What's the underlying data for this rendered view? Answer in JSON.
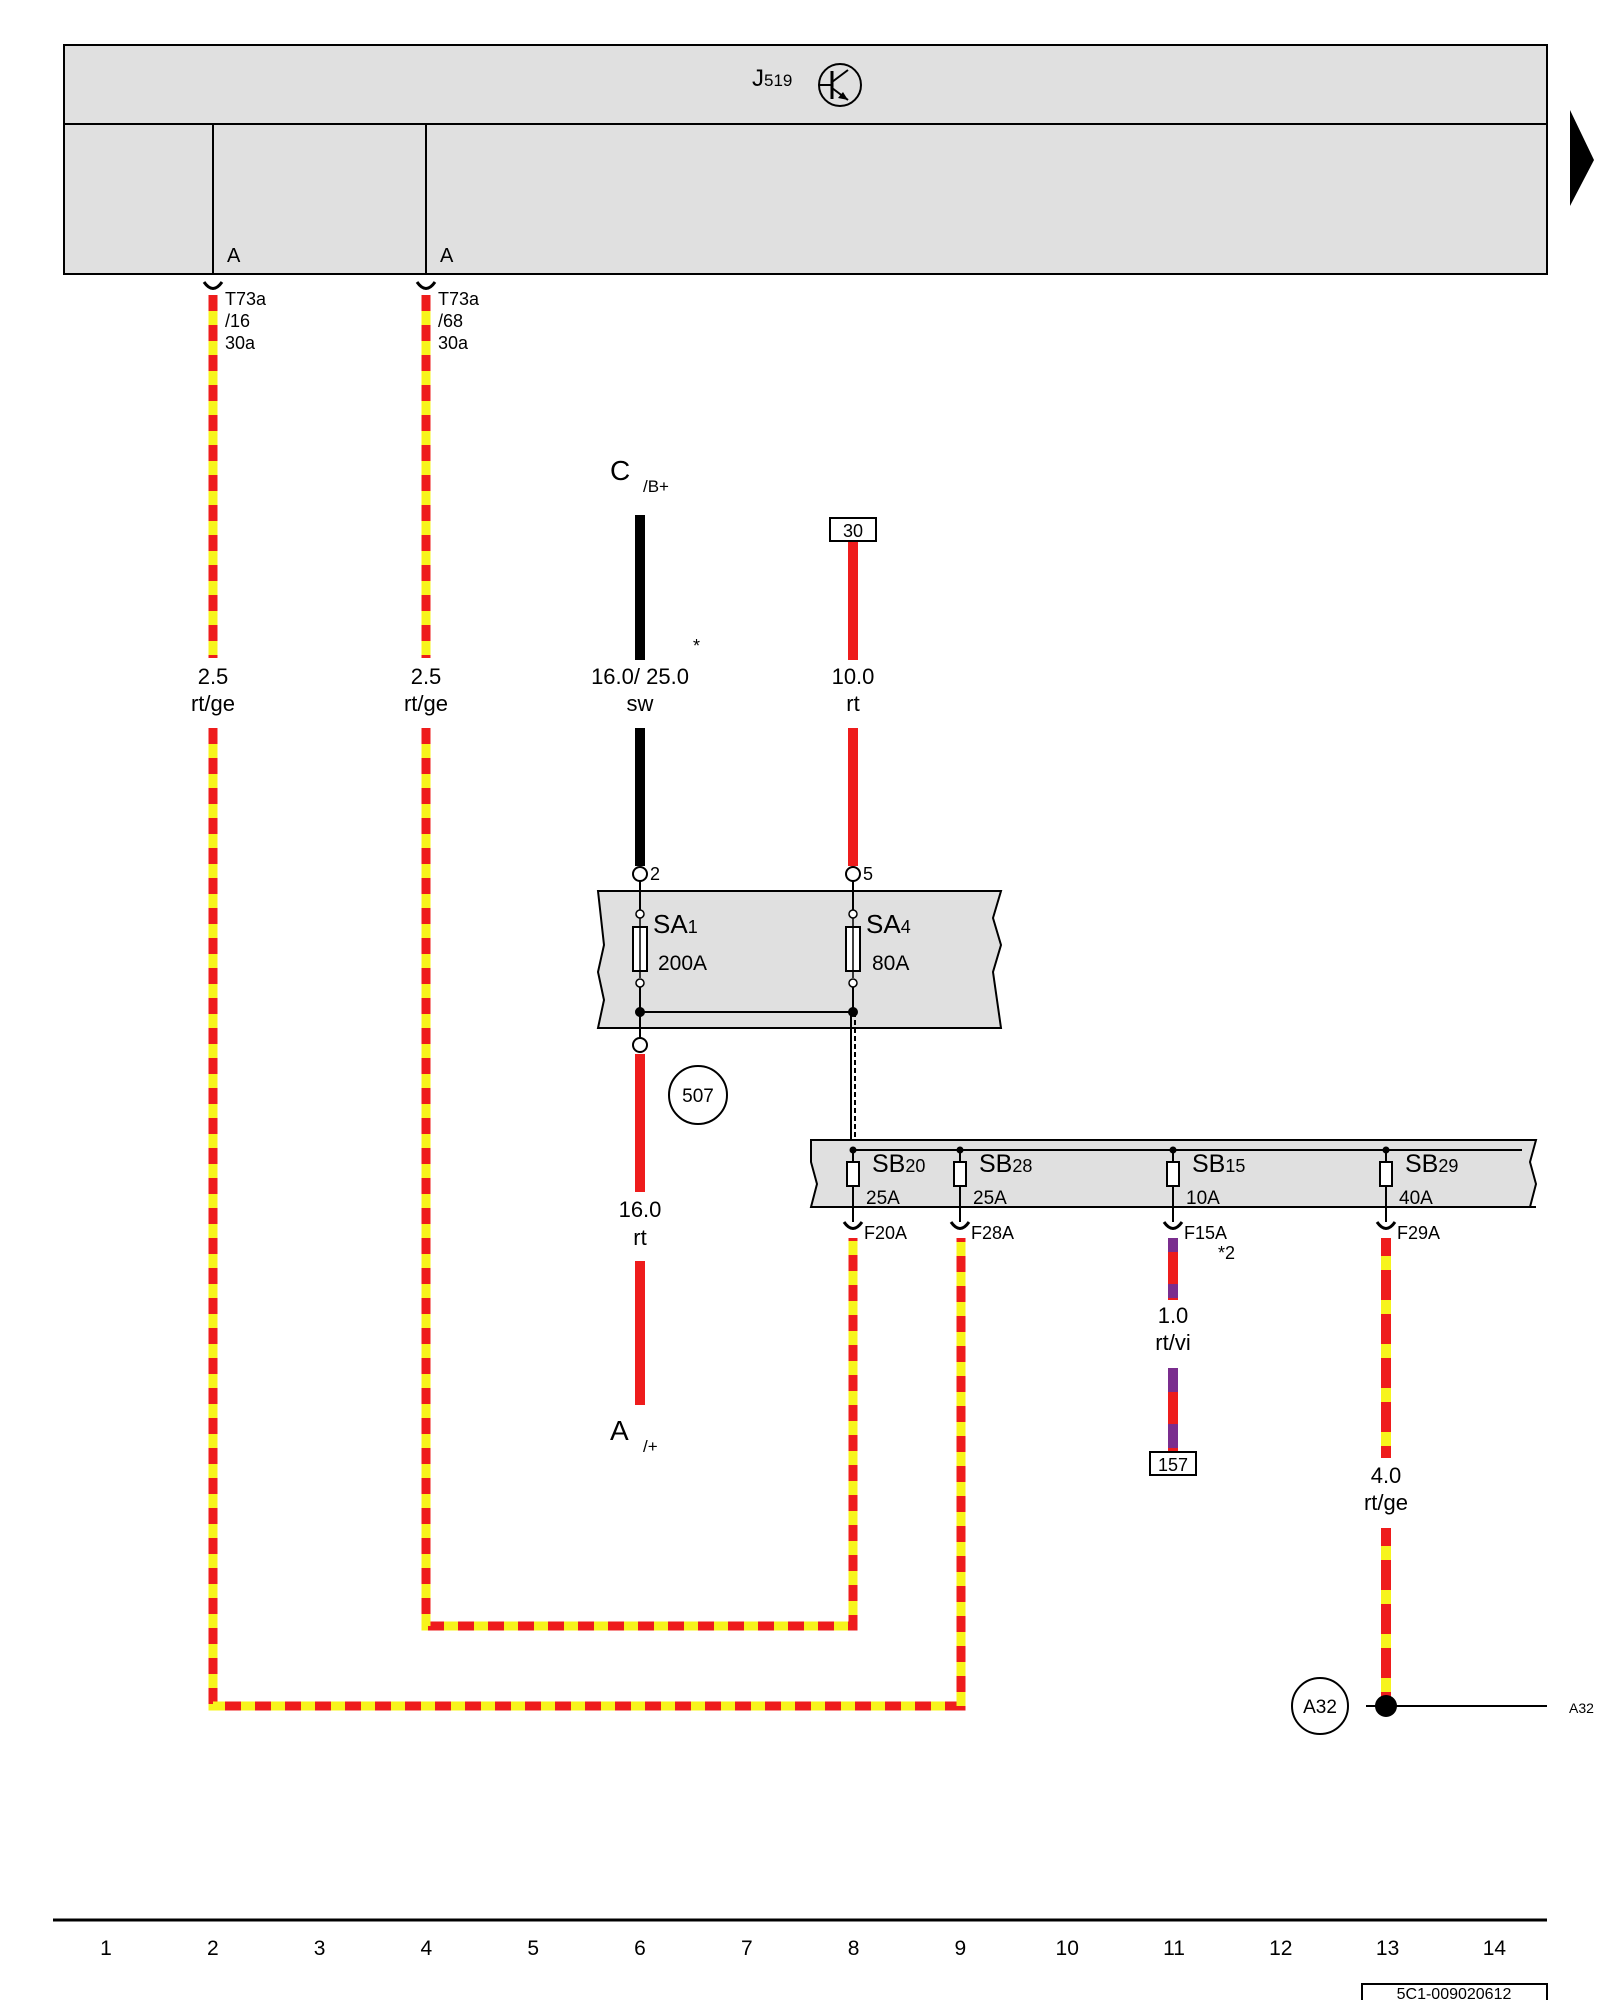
{
  "colors": {
    "rt": "#ee1c1c",
    "ge": "#f7f41c",
    "sw": "#000000",
    "vi": "#7a2d8e",
    "box_fill": "#e0e0e0",
    "line": "#000000"
  },
  "control_unit": {
    "name_main": "J",
    "name_sub": "519",
    "icon": "transistor-icon",
    "pin_A_left": "A",
    "pin_A_right": "A"
  },
  "page_continue_icon": "arrow-right-icon",
  "connectors": {
    "t16": {
      "line1": "T73a",
      "line2": "/16",
      "line3": "30a"
    },
    "t68": {
      "line1": "T73a",
      "line2": "/68",
      "line3": "30a"
    }
  },
  "wires": {
    "w1": {
      "size": "2.5",
      "color": "rt/ge"
    },
    "w2": {
      "size": "2.5",
      "color": "rt/ge"
    },
    "w3": {
      "size": "16.0/ 25.0",
      "color": "sw",
      "note": "*"
    },
    "w4": {
      "size": "10.0",
      "color": "rt"
    },
    "w5": {
      "size": "16.0",
      "color": "rt"
    },
    "w6": {
      "size": "1.0",
      "color": "rt/vi"
    },
    "w7": {
      "size": "4.0",
      "color": "rt/ge"
    }
  },
  "terminals": {
    "c_main": "C",
    "c_sub": "/B+",
    "a_main": "A",
    "a_sub": "/+",
    "term30": "30",
    "term157": "157"
  },
  "sa_fuses": {
    "pin2": "2",
    "pin5": "5",
    "sa1_main": "SA",
    "sa1_sub": "1",
    "sa1_rating": "200A",
    "sa4_main": "SA",
    "sa4_sub": "4",
    "sa4_rating": "80A"
  },
  "ref_507": "507",
  "sb_fuses": [
    {
      "main": "SB",
      "sub": "20",
      "rating": "25A",
      "pin": "F20A"
    },
    {
      "main": "SB",
      "sub": "28",
      "rating": "25A",
      "pin": "F28A"
    },
    {
      "main": "SB",
      "sub": "15",
      "rating": "10A",
      "pin": "F15A",
      "note": "*2"
    },
    {
      "main": "SB",
      "sub": "29",
      "rating": "40A",
      "pin": "F29A"
    }
  ],
  "ground": {
    "circle": "A32",
    "edge": "A32"
  },
  "footer": {
    "columns": [
      "1",
      "2",
      "3",
      "4",
      "5",
      "6",
      "7",
      "8",
      "9",
      "10",
      "11",
      "12",
      "13",
      "14"
    ],
    "doc_id": "5C1-009020612"
  }
}
